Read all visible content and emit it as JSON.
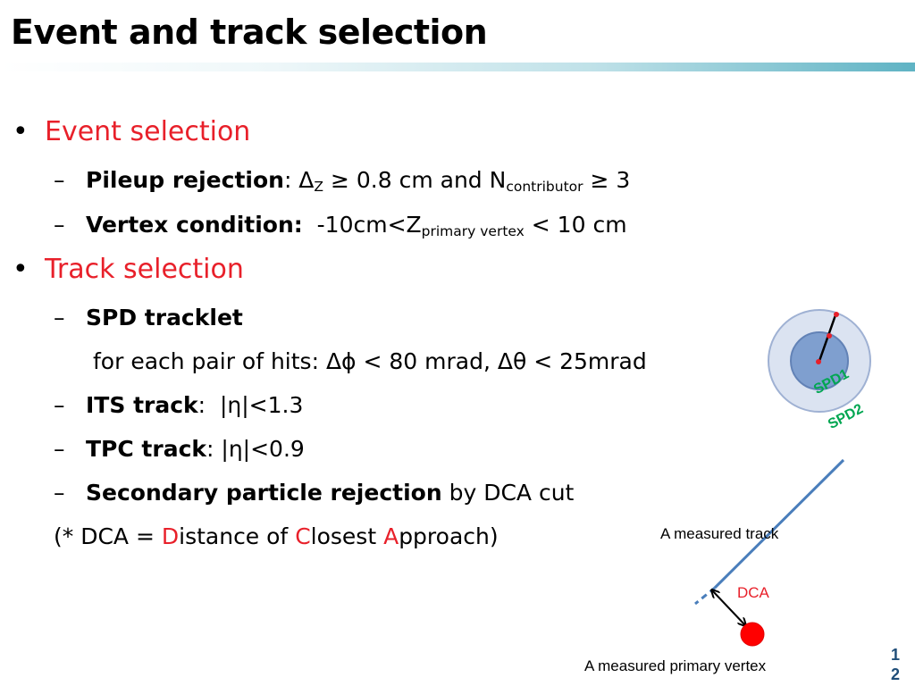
{
  "slide": {
    "title": "Event and track selection",
    "page_number_1": "1",
    "page_number_2": "2"
  },
  "event": {
    "heading": "Event selection",
    "pileup_label": "Pileup rejection",
    "pileup_colon": ": Δ",
    "pileup_sub_z": "Z",
    "pileup_mid": " ≥ 0.8 cm and N",
    "pileup_sub_contrib": "contributor",
    "pileup_end": " ≥ 3",
    "vertex_label": "Vertex condition:",
    "vertex_pre": "  -10cm<Z",
    "vertex_sub": "primary vertex",
    "vertex_end": " < 10 cm"
  },
  "track": {
    "heading": "Track selection",
    "spd_label": "SPD tracklet",
    "spd_detail": "for each pair of hits: Δϕ < 80 mrad, Δθ < 25mrad",
    "its_label": "ITS track",
    "its_rest": ":  |η|<1.3",
    "tpc_label": "TPC track",
    "tpc_rest": ": |η|<0.9",
    "sec_label": "Secondary particle rejection",
    "sec_rest": " by DCA cut",
    "dca_open": "(* DCA = ",
    "dca_D": "D",
    "dca_istance": "istance of ",
    "dca_C": "C",
    "dca_losest": "losest ",
    "dca_A": "A",
    "dca_pproach": "pproach)"
  },
  "figures": {
    "spd1": "SPD1",
    "spd2": "SPD2",
    "measured_track": "A measured  track",
    "dca": "DCA",
    "primary_vertex": "A measured  primary vertex"
  },
  "colors": {
    "accent_red": "#e8202a",
    "spd_green": "#00a651",
    "track_blue": "#4a7ebb"
  }
}
